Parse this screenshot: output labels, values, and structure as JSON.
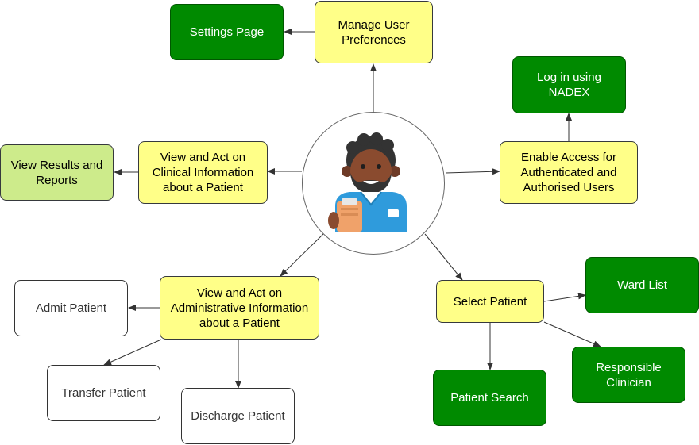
{
  "nodes": {
    "settings_page": "Settings Page",
    "manage_user_preferences": "Manage User Preferences",
    "log_in_nadex": "Log in using NADEX",
    "enable_access": "Enable Access for Authenticated and Authorised Users",
    "view_results": "View Results and Reports",
    "view_clinical": "View and Act on Clinical Information about a Patient",
    "view_administrative": "View and Act on Administrative Information about a Patient",
    "admit_patient": "Admit Patient",
    "transfer_patient": "Transfer Patient",
    "discharge_patient": "Discharge Patient",
    "select_patient": "Select Patient",
    "ward_list": "Ward List",
    "responsible_clinician": "Responsible Clinician",
    "patient_search": "Patient Search"
  },
  "center_icon": "clinician-with-clipboard-icon",
  "colors": {
    "yellow_fill": "#ffff88",
    "dark_green_fill": "#008a00",
    "light_green_fill": "#cdeb8b",
    "white_fill": "#ffffff",
    "edge": "#333333"
  }
}
